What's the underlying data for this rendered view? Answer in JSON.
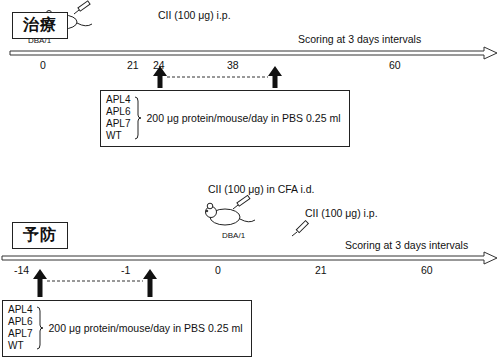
{
  "diagram": {
    "nodes": [
      {
        "text": [
          "治療"
        ]
      },
      {
        "text": [
          "APL4",
          "APL6",
          "APL7",
          "WT",
          "200 μg protein/mouse/day in PBS 0.25 ml"
        ]
      },
      {
        "text": [
          "予防"
        ]
      },
      {
        "text": [
          "APL4",
          "APL6",
          "APL7",
          "WT",
          "200 μg protein/mouse/day in PBS 0.25 ml"
        ]
      }
    ],
    "labels": [
      "CII (100 μg) i.p.",
      "DBA/1",
      "0",
      "21",
      "24",
      "38",
      "60",
      "Scoring at 3 days intervals",
      "CII (100 μg) in CFA i.d.",
      "DBA/1",
      "CII (100 μg) i.p.",
      "-14",
      "-1",
      "0",
      "21",
      "60",
      "Scoring at 3 days intervals"
    ]
  }
}
